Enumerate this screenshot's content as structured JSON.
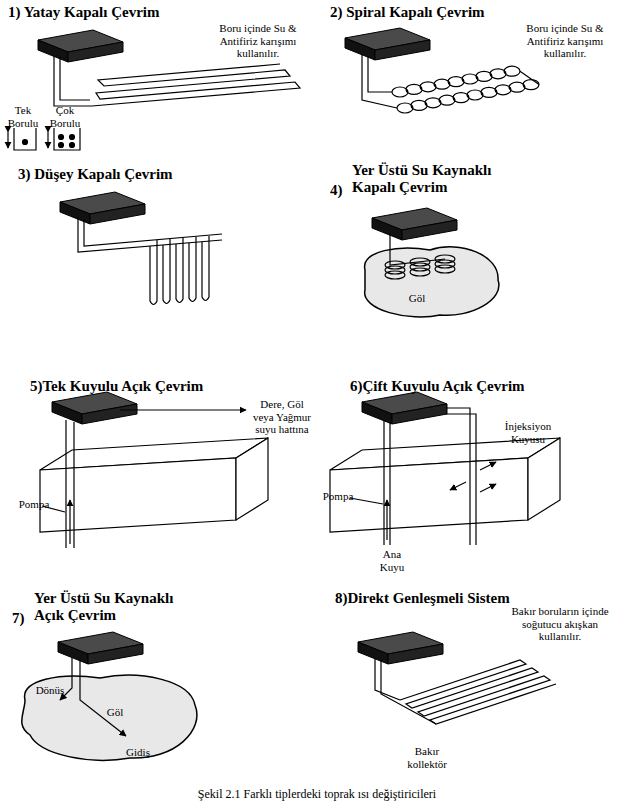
{
  "diagram": {
    "caption": "Şekil 2.1 Farklı tiplerdeki toprak ısı değiştiricileri",
    "labels": [
      "1) Yatay Kapalı Çevrim",
      "Boru içinde Su & Antifiriz karışımı kullanılır.",
      "Tek Borulu",
      "Çok Borulu",
      "2) Spiral Kapalı Çevrim",
      "Boru içinde Su & Antifiriz karışımı kullanılır.",
      "3) Düşey Kapalı Çevrim",
      "4)",
      "Yer Üstü Su Kaynaklı Kapalı Çevrim",
      "Göl",
      "5)Tek Kuyulu Açık Çevrim",
      "Dere, Göl veya Yağmur suyu hattına",
      "Pompa",
      "6)Çift Kuyulu Açık Çevrim",
      "İnjeksiyon Kuyusu",
      "Pompa",
      "Ana Kuyu",
      "7)",
      "Yer Üstü Su Kaynaklı Açık Çevrim",
      "8)Direkt Genleşmeli Sistem",
      "Bakır boruların içinde soğutucu akışkan kullanılır.",
      "Dönüş",
      "Göl",
      "Gidiş",
      "Bakır kollektör"
    ]
  }
}
